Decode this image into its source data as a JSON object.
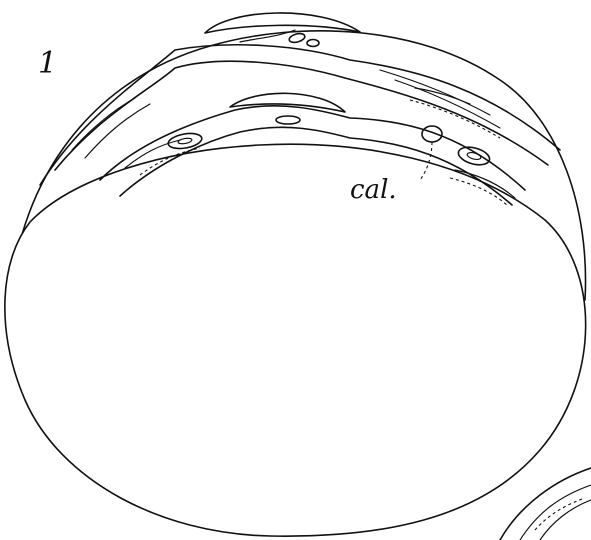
{
  "figure": {
    "number_label": "1",
    "labels": [
      {
        "id": "cal",
        "text": "cal."
      }
    ]
  },
  "colors": {
    "ink": "#111111",
    "paper": "#ffffff"
  }
}
